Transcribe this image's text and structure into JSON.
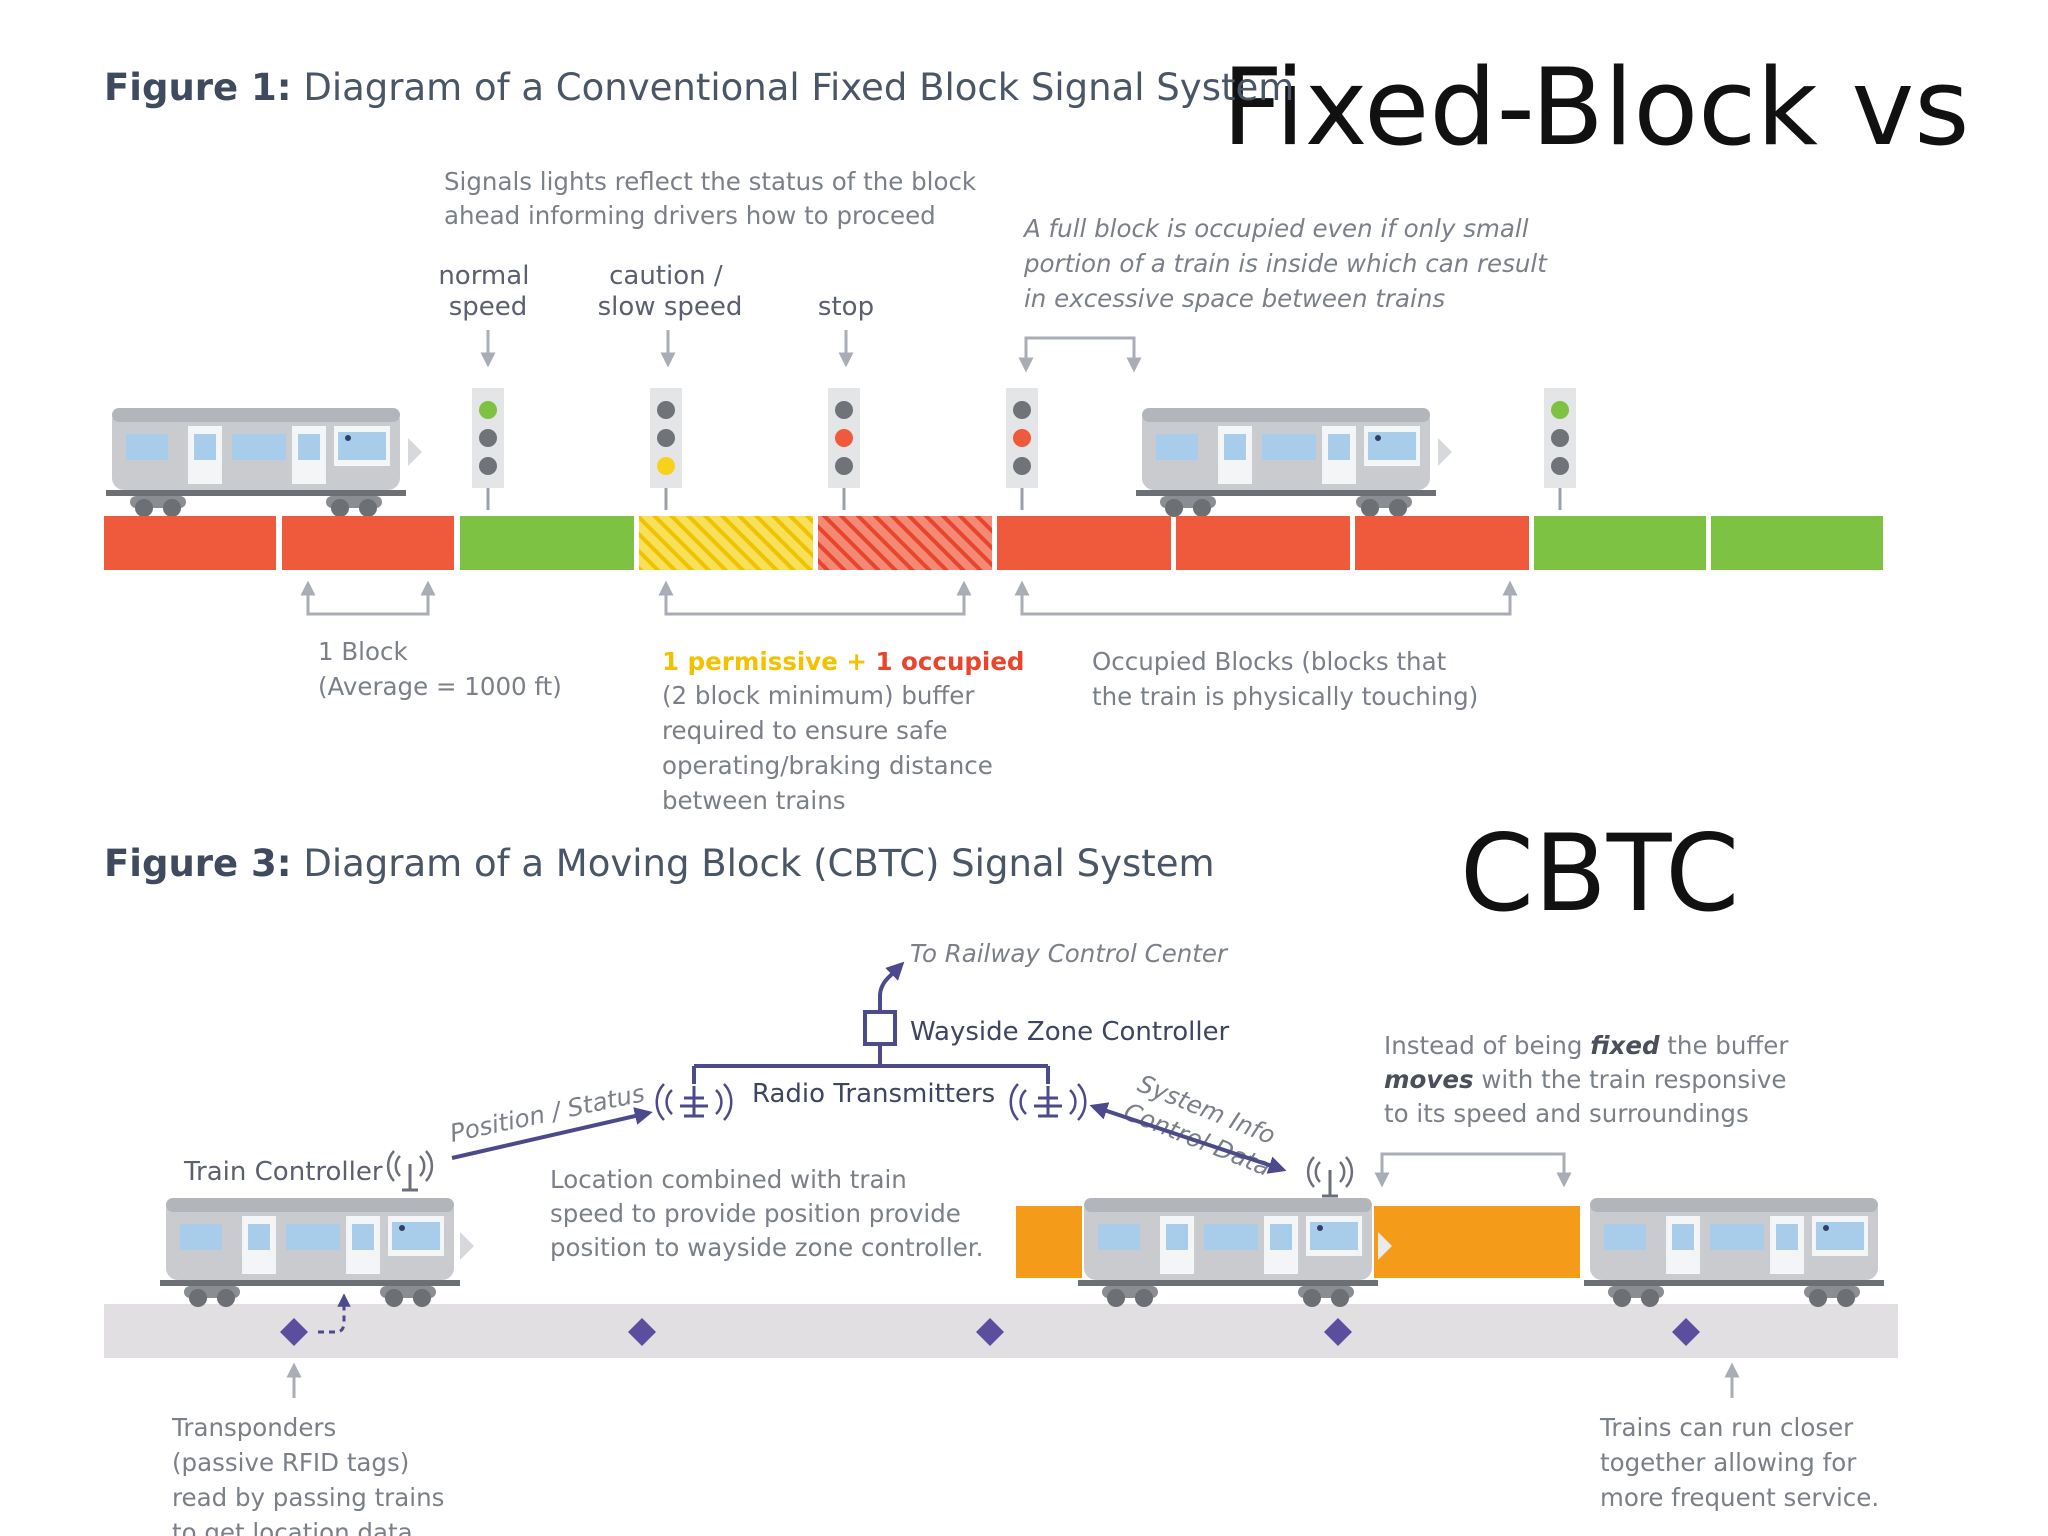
{
  "heading_top": "Fixed-Block  vs",
  "heading_bottom": "CBTC",
  "figure1": {
    "title_prefix": "Figure 1:",
    "title_text": " Diagram of a Conventional Fixed Block Signal System",
    "signal_note": [
      "Signals lights reflect the status of the block",
      "ahead informing drivers how to proceed"
    ],
    "normal_speed": [
      "normal",
      "speed"
    ],
    "caution_speed": [
      "caution /",
      "slow speed"
    ],
    "stop": "stop",
    "full_block_note": [
      "A full block is occupied even if only small",
      "portion of a train is inside which can result",
      "in excessive space between trains"
    ],
    "block_note": [
      "1 Block",
      "(Average = 1000 ft)"
    ],
    "buffer_permissive": "1 permissive",
    "buffer_plus": " + ",
    "buffer_occupied": "1 occupied",
    "buffer_note": [
      "(2 block minimum) buffer",
      "required to ensure safe",
      "operating/braking distance",
      "between trains"
    ],
    "occupied_note": [
      "Occupied Blocks (blocks that",
      "the train is physically touching)"
    ]
  },
  "figure3": {
    "title_prefix": "Figure 3:",
    "title_text": " Diagram of a Moving Block (CBTC) Signal System",
    "control_center": "To Railway Control Center",
    "wayside": "Wayside Zone Controller",
    "radio": "Radio Transmitters",
    "position_status": "Position / Status",
    "system_info": "System Info",
    "control_data": "Control Data",
    "train_controller": "Train Controller",
    "location_note": [
      "Location combined with train",
      "speed to provide position provide",
      "position to wayside zone controller."
    ],
    "moving_note_1a": "Instead of being ",
    "moving_note_1b": "fixed",
    "moving_note_1c": " the buffer",
    "moving_note_2a": "moves",
    "moving_note_2b": " with the train responsive",
    "moving_note_3": "to its speed and surroundings",
    "transponder_note": [
      "Transponders",
      "(passive RFID tags)",
      "read by passing trains",
      "to get location data"
    ],
    "closer_note": [
      "Trains can run closer",
      "together allowing for",
      "more frequent service."
    ]
  },
  "colors": {
    "red_block": "#f05a3c",
    "green_block": "#7dc243",
    "yellow": "#f7d21c",
    "orange_buffer": "#f49b1a",
    "track": "#e2dfe2",
    "train_body": "#c9cbcf",
    "window": "#a8cdea",
    "purple": "#4d4a8c"
  }
}
